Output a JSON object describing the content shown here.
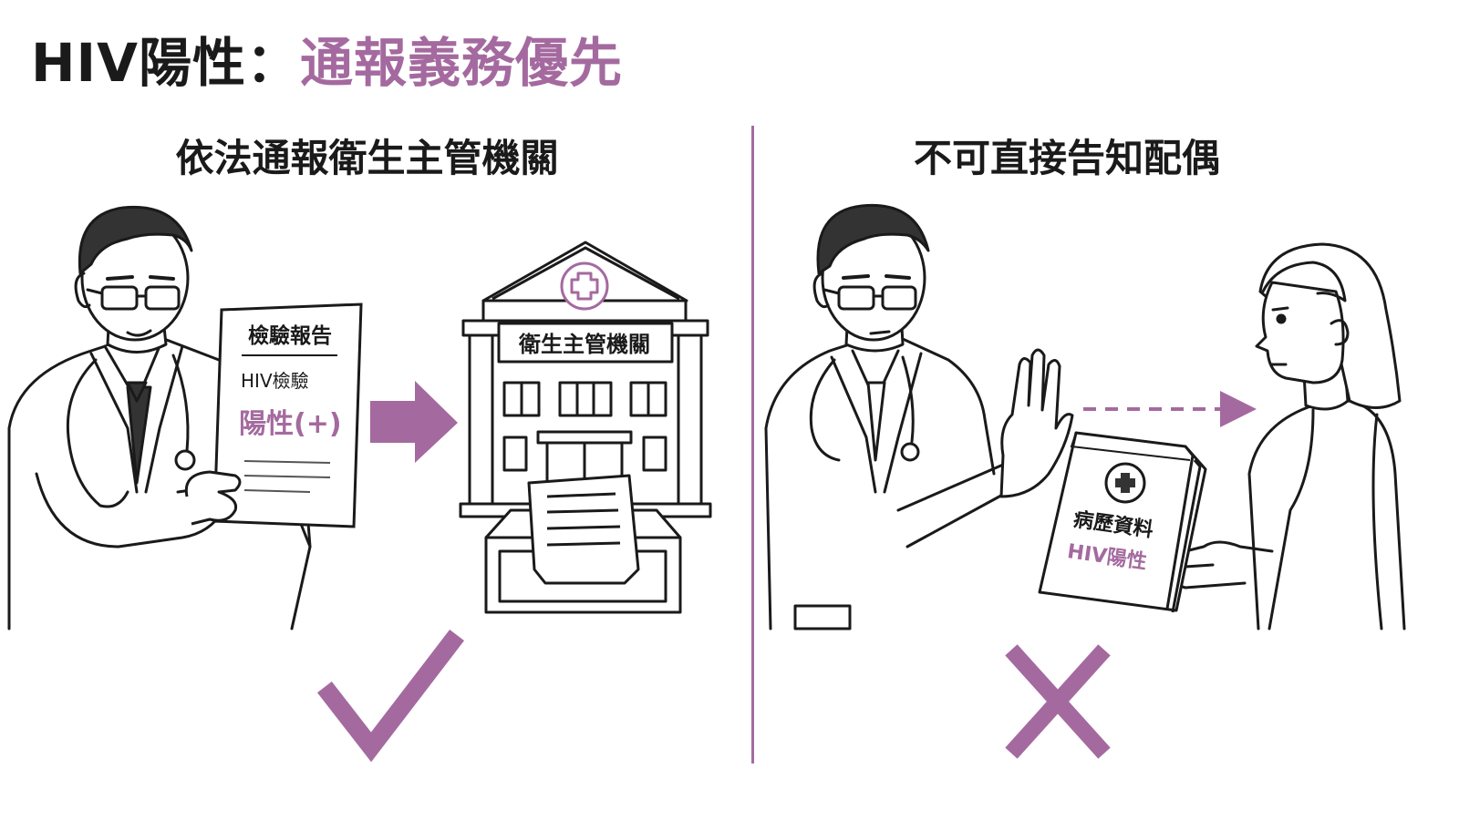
{
  "title": {
    "main": "HIV陽性：",
    "accent": "通報義務優先"
  },
  "left_panel": {
    "heading": "依法通報衛生主管機關",
    "report": {
      "title": "檢驗報告",
      "test": "HIV檢驗",
      "result": "陽性(+)"
    },
    "agency_sign": "衛生主管機關",
    "verdict_icon": "check-mark-icon"
  },
  "right_panel": {
    "heading": "不可直接告知配偶",
    "folder": {
      "title": "病歷資料",
      "label": "HIV陽性"
    },
    "verdict_icon": "cross-mark-icon"
  },
  "colors": {
    "accent": "#a46a9f",
    "ink": "#1a1a1a",
    "background": "#ffffff"
  }
}
